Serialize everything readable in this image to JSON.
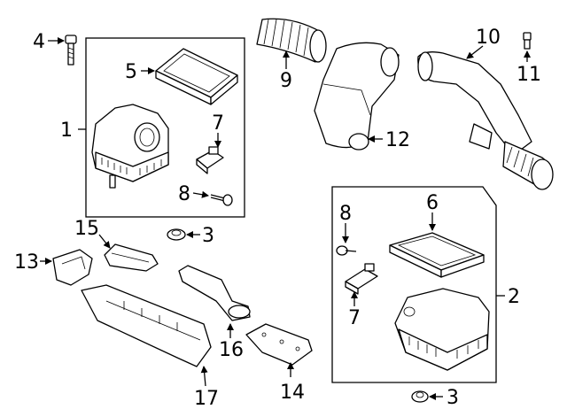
{
  "callouts": [
    {
      "id": "p1",
      "text": "1"
    },
    {
      "id": "p2",
      "text": "2"
    },
    {
      "id": "p3a",
      "text": "3"
    },
    {
      "id": "p3b",
      "text": "3"
    },
    {
      "id": "p4",
      "text": "4"
    },
    {
      "id": "p5",
      "text": "5"
    },
    {
      "id": "p6",
      "text": "6"
    },
    {
      "id": "p7a",
      "text": "7"
    },
    {
      "id": "p7b",
      "text": "7"
    },
    {
      "id": "p8a",
      "text": "8"
    },
    {
      "id": "p8b",
      "text": "8"
    },
    {
      "id": "p9",
      "text": "9"
    },
    {
      "id": "p10",
      "text": "10"
    },
    {
      "id": "p11",
      "text": "11"
    },
    {
      "id": "p12",
      "text": "12"
    },
    {
      "id": "p13",
      "text": "13"
    },
    {
      "id": "p14",
      "text": "14"
    },
    {
      "id": "p15",
      "text": "15"
    },
    {
      "id": "p16",
      "text": "16"
    },
    {
      "id": "p17",
      "text": "17"
    }
  ]
}
